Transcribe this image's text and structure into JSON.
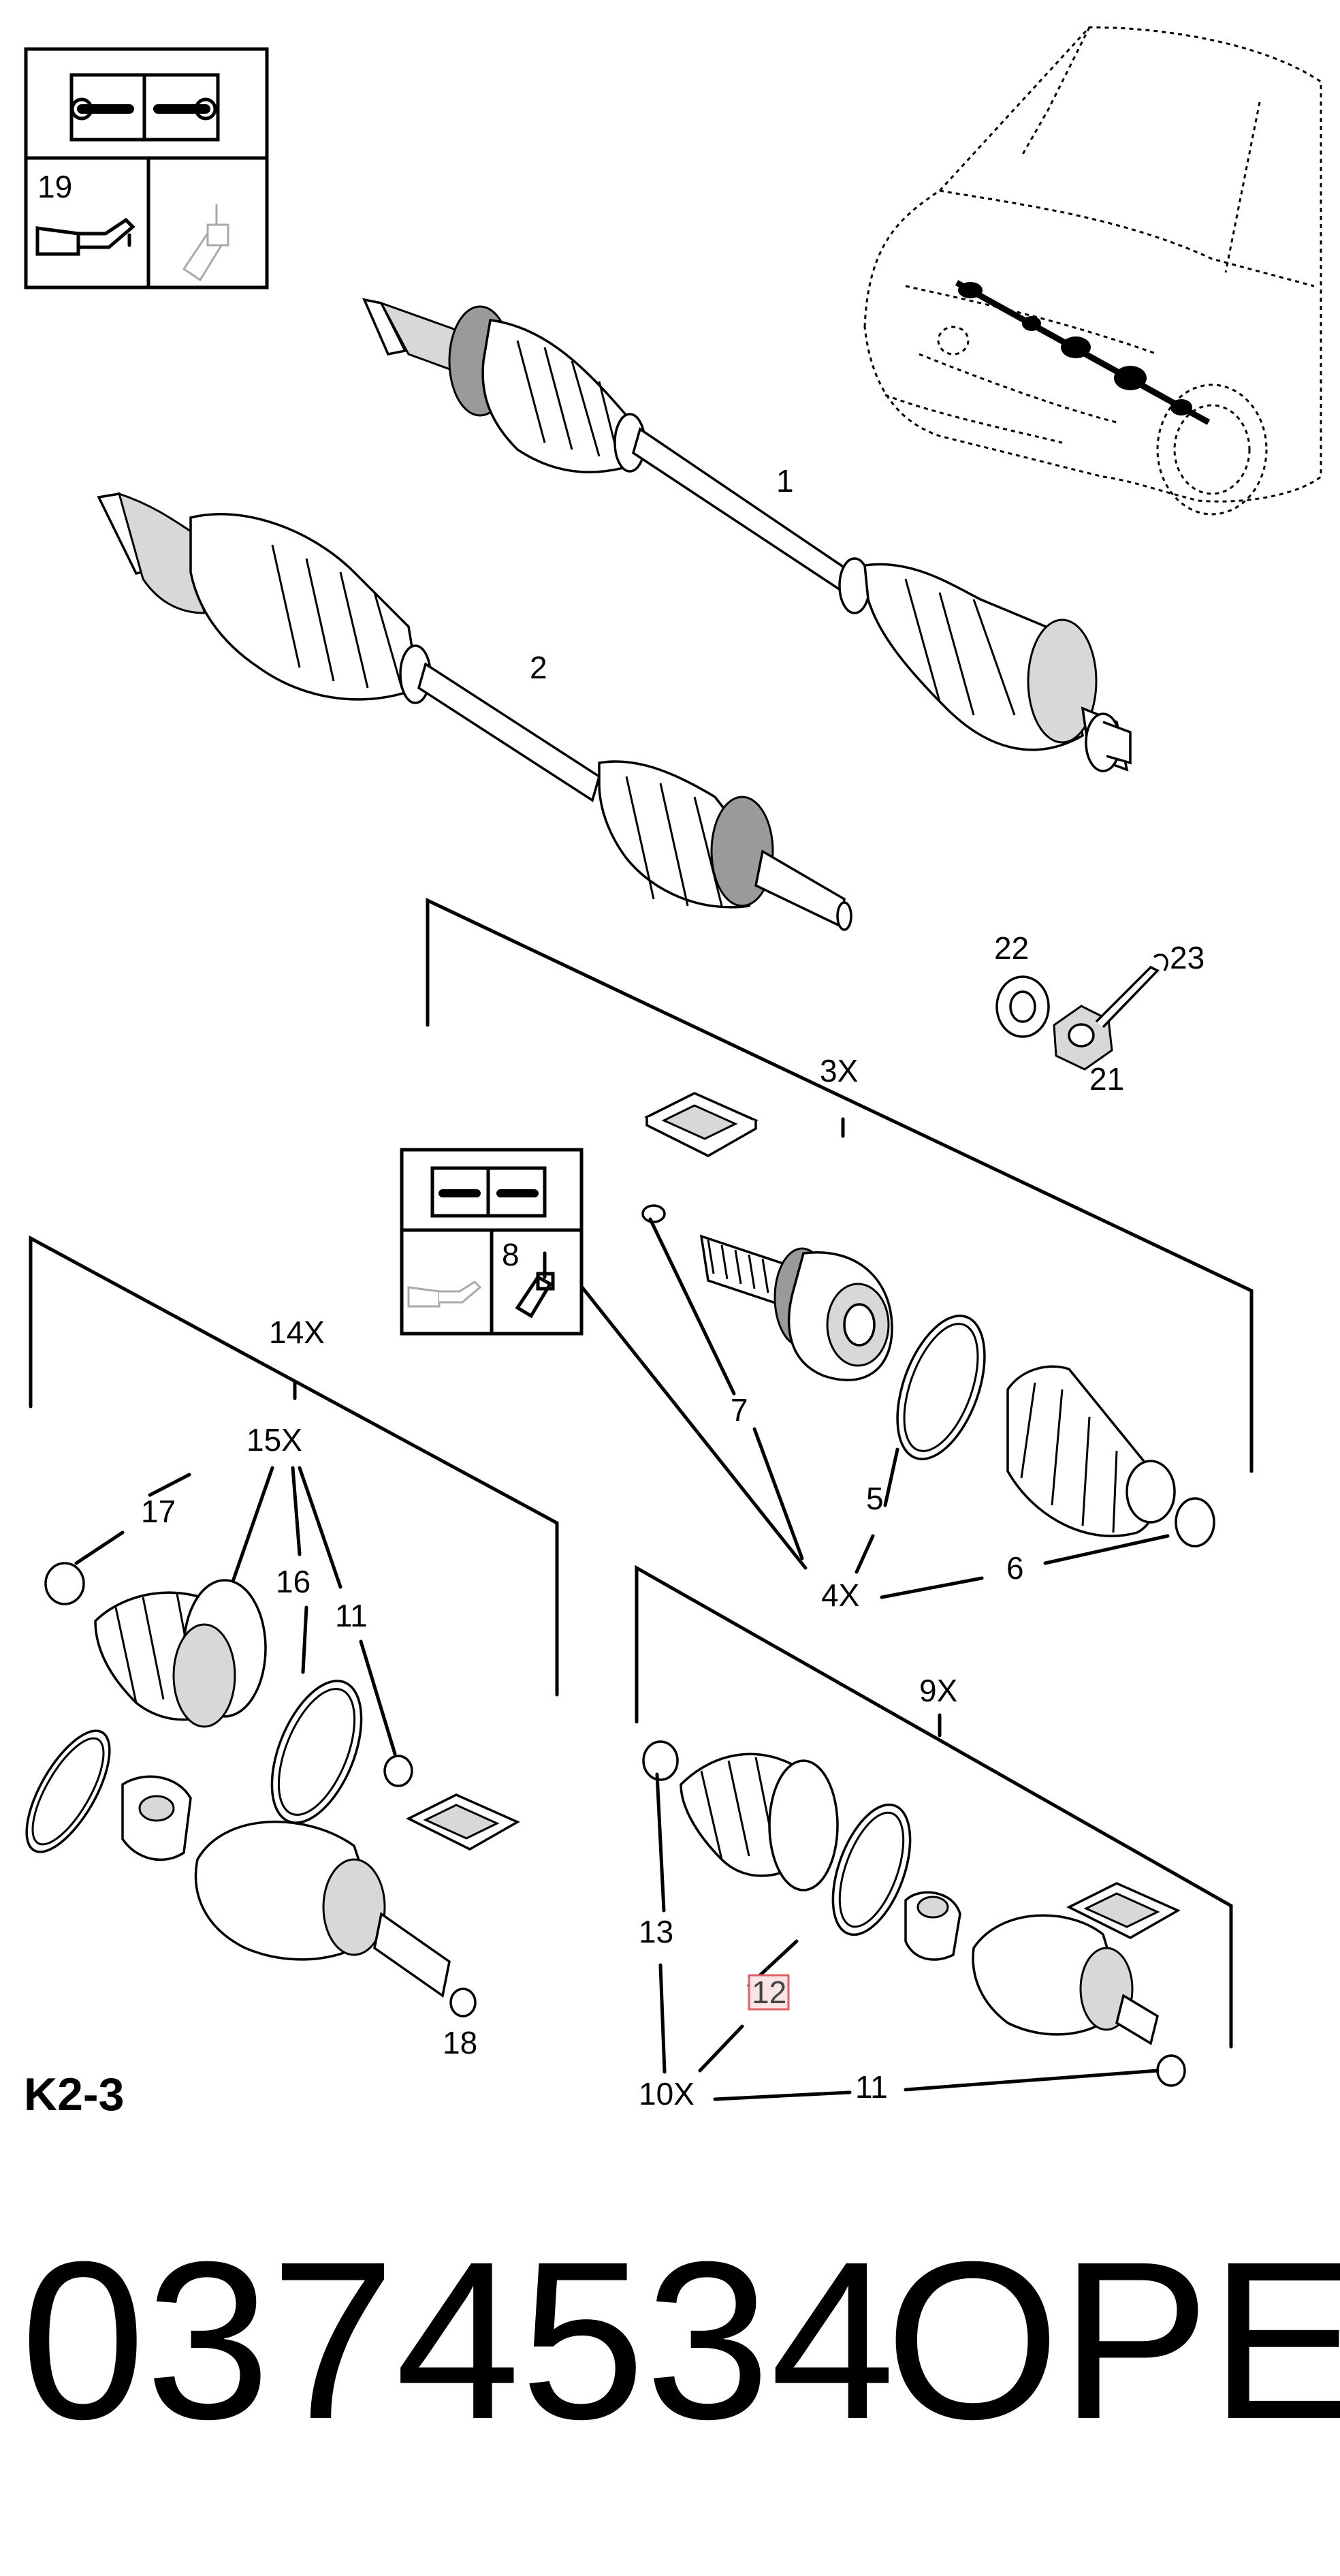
{
  "callouts": {
    "n1": "1",
    "n2": "2",
    "n3x": "3X",
    "n4x": "4X",
    "n5": "5",
    "n6": "6",
    "n7": "7",
    "n8": "8",
    "n9x": "9X",
    "n10x": "10X",
    "n11a": "11",
    "n11b": "11",
    "n12": "12",
    "n13": "13",
    "n14x": "14X",
    "n15x": "15X",
    "n16": "16",
    "n17": "17",
    "n18": "18",
    "n19": "19",
    "n21": "21",
    "n22": "22",
    "n23": "23"
  },
  "highlight_color": "#e0606a",
  "page_code": "K2-3",
  "part_number": "0374534",
  "brand": "OPEL",
  "icons": [
    "service-manual-icon",
    "oil-can-icon",
    "grease-tube-icon"
  ]
}
